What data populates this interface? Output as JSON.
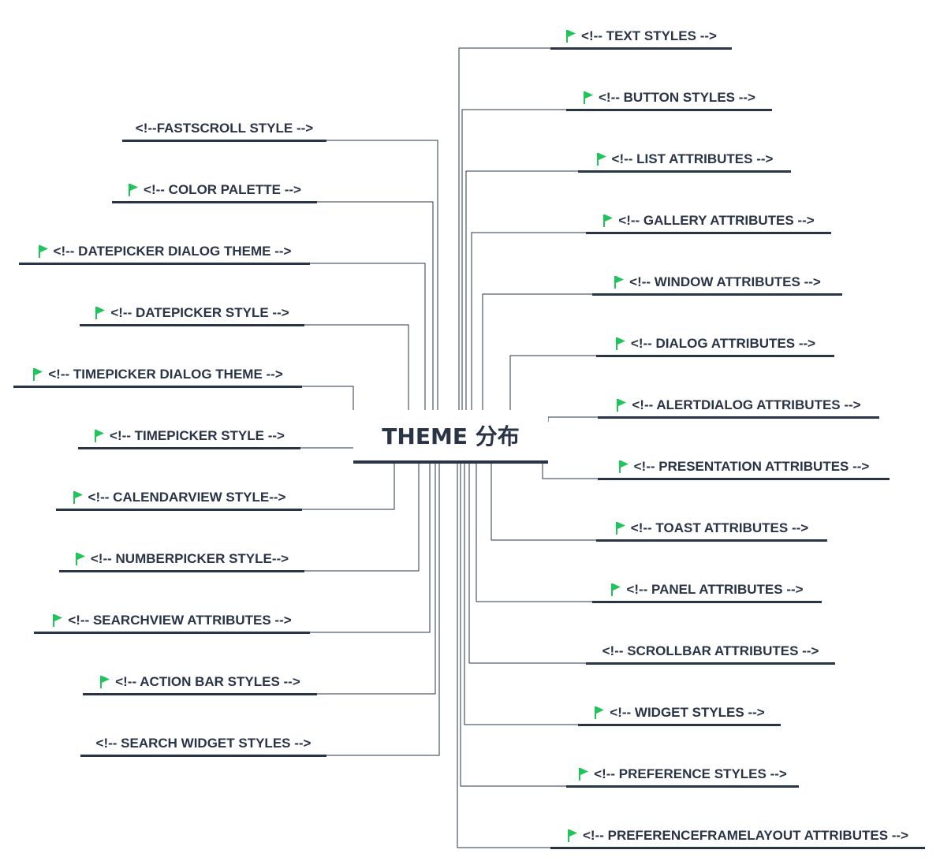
{
  "root": {
    "label": "THEME 分布"
  },
  "left": [
    {
      "label": "<!--FASTSCROLL STYLE -->",
      "flag": false
    },
    {
      "label": "<!-- COLOR PALETTE -->",
      "flag": true
    },
    {
      "label": "<!-- DATEPICKER DIALOG THEME -->",
      "flag": true
    },
    {
      "label": "<!-- DATEPICKER STYLE -->",
      "flag": true
    },
    {
      "label": "<!-- TIMEPICKER DIALOG THEME -->",
      "flag": true
    },
    {
      "label": "<!-- TIMEPICKER STYLE -->",
      "flag": true
    },
    {
      "label": "<!-- CALENDARVIEW STYLE-->",
      "flag": true
    },
    {
      "label": "<!-- NUMBERPICKER STYLE-->",
      "flag": true
    },
    {
      "label": "<!-- SEARCHVIEW ATTRIBUTES -->",
      "flag": true
    },
    {
      "label": "<!-- ACTION BAR STYLES -->",
      "flag": true
    },
    {
      "label": "<!-- SEARCH WIDGET STYLES -->",
      "flag": false
    }
  ],
  "right": [
    {
      "label": "<!-- TEXT STYLES -->",
      "flag": true
    },
    {
      "label": "<!-- BUTTON STYLES -->",
      "flag": true
    },
    {
      "label": "<!-- LIST ATTRIBUTES -->",
      "flag": true
    },
    {
      "label": "<!-- GALLERY ATTRIBUTES -->",
      "flag": true
    },
    {
      "label": "<!-- WINDOW ATTRIBUTES -->",
      "flag": true
    },
    {
      "label": "<!-- DIALOG ATTRIBUTES -->",
      "flag": true
    },
    {
      "label": "<!-- ALERTDIALOG ATTRIBUTES -->",
      "flag": true
    },
    {
      "label": "<!-- PRESENTATION ATTRIBUTES -->",
      "flag": true
    },
    {
      "label": "<!-- TOAST ATTRIBUTES -->",
      "flag": true
    },
    {
      "label": "<!-- PANEL ATTRIBUTES -->",
      "flag": true
    },
    {
      "label": "<!-- SCROLLBAR ATTRIBUTES -->",
      "flag": false
    },
    {
      "label": "<!-- WIDGET STYLES -->",
      "flag": true
    },
    {
      "label": "<!-- PREFERENCE STYLES -->",
      "flag": true
    },
    {
      "label": "<!-- PREFERENCEFRAMELAYOUT ATTRIBUTES -->",
      "flag": true
    }
  ],
  "colors": {
    "line": "#2a3447",
    "flag": "#1fc45a",
    "text": "#2a3447"
  }
}
